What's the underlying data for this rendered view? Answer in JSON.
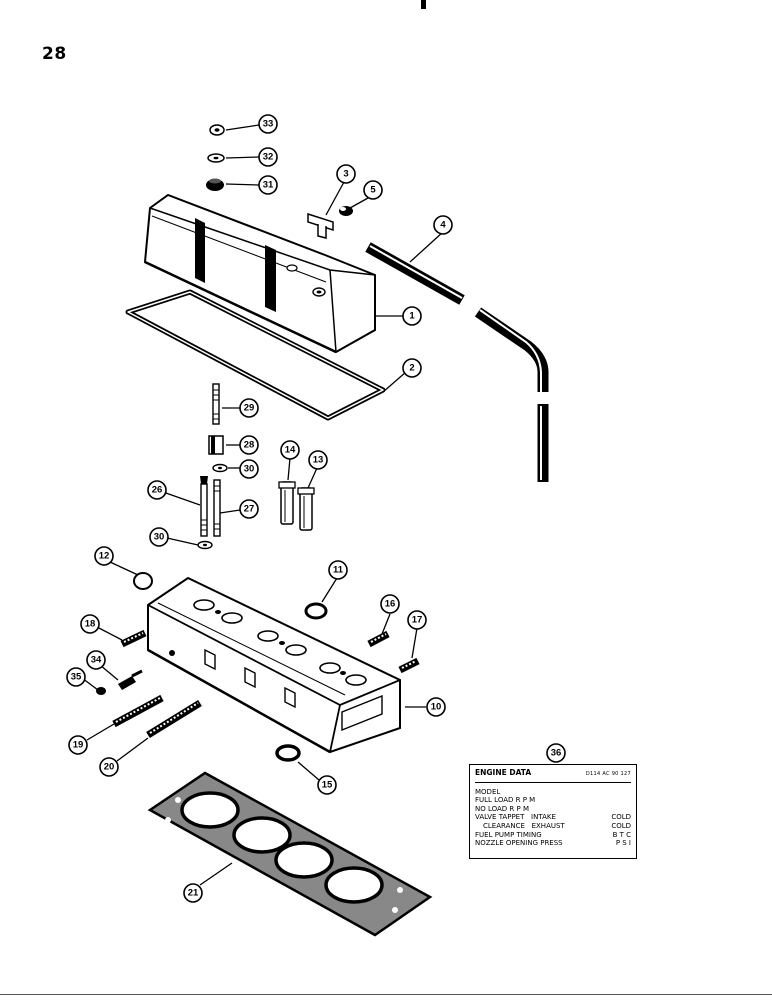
{
  "page": {
    "number": "28"
  },
  "callouts": [
    "1",
    "2",
    "3",
    "4",
    "5",
    "10",
    "11",
    "12",
    "13",
    "14",
    "15",
    "16",
    "17",
    "18",
    "19",
    "20",
    "21",
    "26",
    "27",
    "28",
    "29",
    "30",
    "31",
    "32",
    "33",
    "34",
    "35",
    "36"
  ],
  "engine_data_plate": {
    "callout": "36",
    "title": "ENGINE DATA",
    "code": "D114 AC 90 127",
    "rows": [
      {
        "label": "MODEL",
        "unit": ""
      },
      {
        "label": "FULL LOAD R P M",
        "unit": ""
      },
      {
        "label": "NO LOAD R P M",
        "unit": ""
      },
      {
        "label": "VALVE TAPPET   INTAKE",
        "unit": "COLD"
      },
      {
        "label": "CLEARANCE   EXHAUST",
        "unit": "COLD"
      },
      {
        "label": "FUEL PUMP TIMING",
        "unit": "B T C"
      },
      {
        "label": "NOZZLE OPENING PRESS",
        "unit": "P S I"
      }
    ]
  }
}
